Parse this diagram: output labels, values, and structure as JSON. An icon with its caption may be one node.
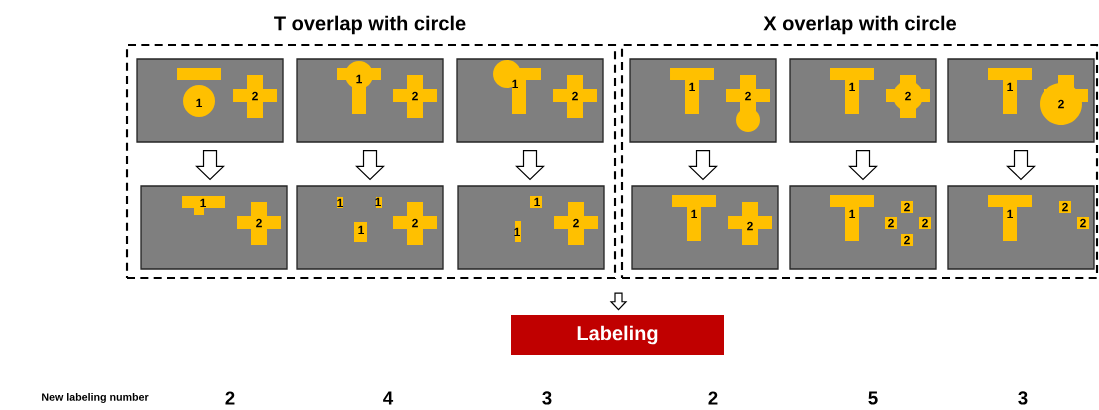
{
  "diagram": {
    "nodes": [
      {
        "text": [
          "T overlap with circle"
        ]
      },
      {
        "text": [
          "1",
          "2"
        ],
        "in": 0
      },
      {
        "text": [
          "1",
          "2"
        ],
        "in": 0
      },
      {
        "text": [
          "1",
          "2"
        ],
        "in": 0
      },
      {
        "text": [
          "1",
          "2"
        ],
        "in": 0
      },
      {
        "text": [
          "1",
          "1",
          "1",
          "2"
        ],
        "in": 0
      },
      {
        "text": [
          "1",
          "1",
          "2"
        ],
        "in": 0
      },
      {
        "text": [
          "X overlap with circle"
        ]
      },
      {
        "text": [
          "1",
          "2"
        ],
        "in": 7
      },
      {
        "text": [
          "1",
          "2"
        ],
        "in": 7
      },
      {
        "text": [
          "1",
          "2"
        ],
        "in": 7
      },
      {
        "text": [
          "1",
          "2"
        ],
        "in": 7
      },
      {
        "text": [
          "1",
          "2",
          "2",
          "2",
          "2"
        ],
        "in": 7
      },
      {
        "text": [
          "1",
          "2",
          "2"
        ],
        "in": 7
      },
      {
        "text": [
          "Labeling"
        ]
      }
    ],
    "edges": [
      {
        "from": 1,
        "to": 4,
        "arrow": "to"
      },
      {
        "from": 2,
        "to": 5,
        "arrow": "to"
      },
      {
        "from": 3,
        "to": 6,
        "arrow": "to"
      },
      {
        "from": 8,
        "to": 11,
        "arrow": "to"
      },
      {
        "from": 9,
        "to": 12,
        "arrow": "to"
      },
      {
        "from": 10,
        "to": 13,
        "arrow": "to"
      },
      {
        "from": 0,
        "to": 14,
        "arrow": "to"
      },
      {
        "from": 7,
        "to": 14,
        "arrow": "to"
      }
    ],
    "labels": [
      "New labeling number",
      "2",
      "4",
      "3",
      "2",
      "5",
      "3"
    ]
  }
}
